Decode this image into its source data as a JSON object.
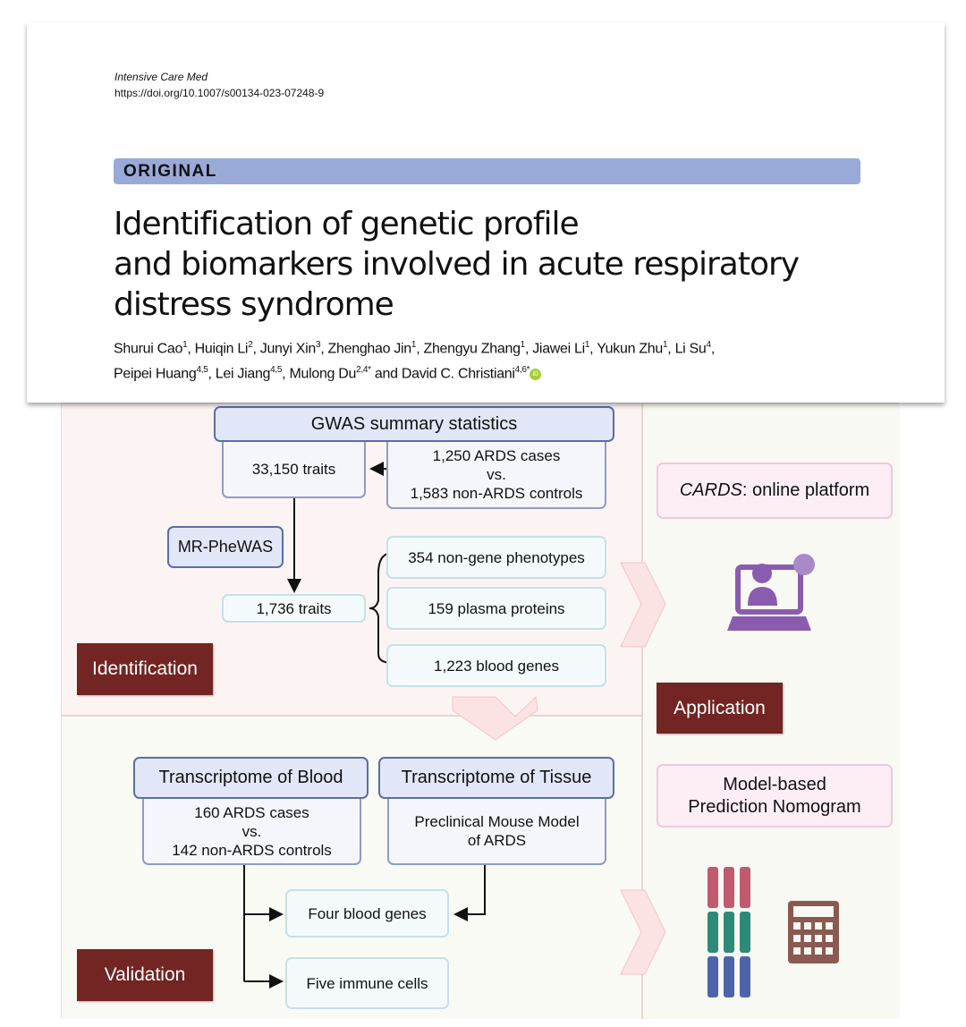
{
  "header": {
    "journal": "Intensive Care Med",
    "doi": "https://doi.org/10.1007/s00134-023-07248-9",
    "article_type": "ORIGINAL",
    "title_lines": [
      "Identification of genetic profile",
      "and biomarkers involved in acute respiratory",
      "distress syndrome"
    ],
    "authors": [
      {
        "name": "Shurui Cao",
        "aff": "1"
      },
      {
        "name": "Huiqin Li",
        "aff": "2"
      },
      {
        "name": "Junyi Xin",
        "aff": "3"
      },
      {
        "name": "Zhenghao Jin",
        "aff": "1"
      },
      {
        "name": "Zhengyu Zhang",
        "aff": "1"
      },
      {
        "name": "Jiawei Li",
        "aff": "1"
      },
      {
        "name": "Yukun Zhu",
        "aff": "1"
      },
      {
        "name": "Li Su",
        "aff": "4"
      },
      {
        "name": "Peipei Huang",
        "aff": "4,5"
      },
      {
        "name": "Lei Jiang",
        "aff": "4,5"
      },
      {
        "name": "Mulong Du",
        "aff": "2,4*"
      },
      {
        "name": "David C. Christiani",
        "aff": "4,6*"
      }
    ],
    "and_word": "and",
    "orcid_label": "iD"
  },
  "diagram": {
    "identification": {
      "label": "Identification",
      "gwas": "GWAS summary statistics",
      "traits_total": "33,150 traits",
      "cases": [
        "1,250 ARDS cases",
        "vs.",
        "1,583 non-ARDS controls"
      ],
      "method": "MR-PheWAS",
      "traits_selected": "1,736 traits",
      "categories": [
        "354 non-gene phenotypes",
        "159 plasma proteins",
        "1,223 blood genes"
      ]
    },
    "validation": {
      "label": "Validation",
      "blood_header": "Transcriptome of Blood",
      "blood_body": [
        "160 ARDS cases",
        "vs.",
        "142 non-ARDS controls"
      ],
      "tissue_header": "Transcriptome of Tissue",
      "tissue_body": [
        "Preclinical Mouse Model",
        "of ARDS"
      ],
      "outputs": [
        "Four blood genes",
        "Five immune cells"
      ]
    },
    "application": {
      "label": "Application",
      "platform_name": "CARDS",
      "platform_rest": ": online platform",
      "nomogram": [
        "Model-based",
        "Prediction Nomogram"
      ]
    },
    "colors": {
      "tag": "#722522",
      "header_fill": "#e2e7f7",
      "people": [
        "#c05a6e",
        "#2e8a78",
        "#4e64a8"
      ],
      "calculator": "#8a5a50",
      "laptop": "#8a5cb0"
    }
  }
}
